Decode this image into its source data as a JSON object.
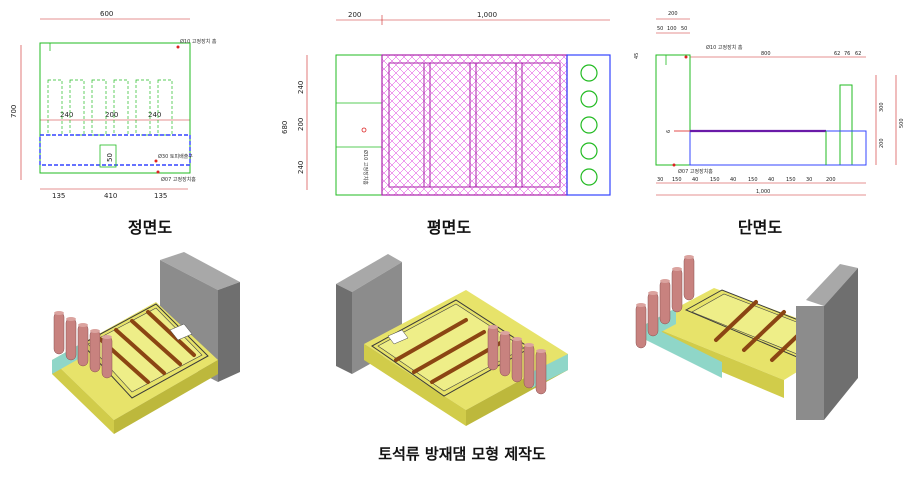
{
  "captions": {
    "front": "정면도",
    "plan": "평면도",
    "section": "단면도",
    "figure_title": "토석류 방재댐 모형 제작도"
  },
  "front_view": {
    "dims": [
      "600",
      "700",
      "240",
      "200",
      "240",
      "135",
      "410",
      "135",
      "50"
    ],
    "notes": [
      "Ø10 고정장치 홈",
      "Ø30 토피배출구",
      "Ø07 고정장치홈"
    ]
  },
  "plan_view": {
    "dims": [
      "200",
      "1,000",
      "240",
      "200",
      "240",
      "680"
    ],
    "notes": [
      "Ø10 고정장치홈"
    ]
  },
  "section_view": {
    "dims_top": [
      "200",
      "50",
      "100",
      "50",
      "800",
      "62",
      "76",
      "62",
      "45",
      "6"
    ],
    "dims_right": [
      "300",
      "200",
      "500"
    ],
    "dims_bottom": [
      "30",
      "150",
      "40",
      "150",
      "40",
      "150",
      "40",
      "150",
      "30",
      "200",
      "1,000"
    ],
    "notes": [
      "Ø10 고정장치 홈",
      "Ø07 고정장치홈"
    ]
  },
  "colors": {
    "wall_green": "#22bb22",
    "base_blue": "#3344ff",
    "hatch_magenta": "#dd33dd",
    "dim_red": "#cc2222",
    "dam_gray": "#8c8c8c",
    "tray_yellow": "#e7e36a",
    "beam_brown": "#8b4513",
    "post_pink": "#c8827f",
    "base_cyan": "#8fd6c8"
  }
}
